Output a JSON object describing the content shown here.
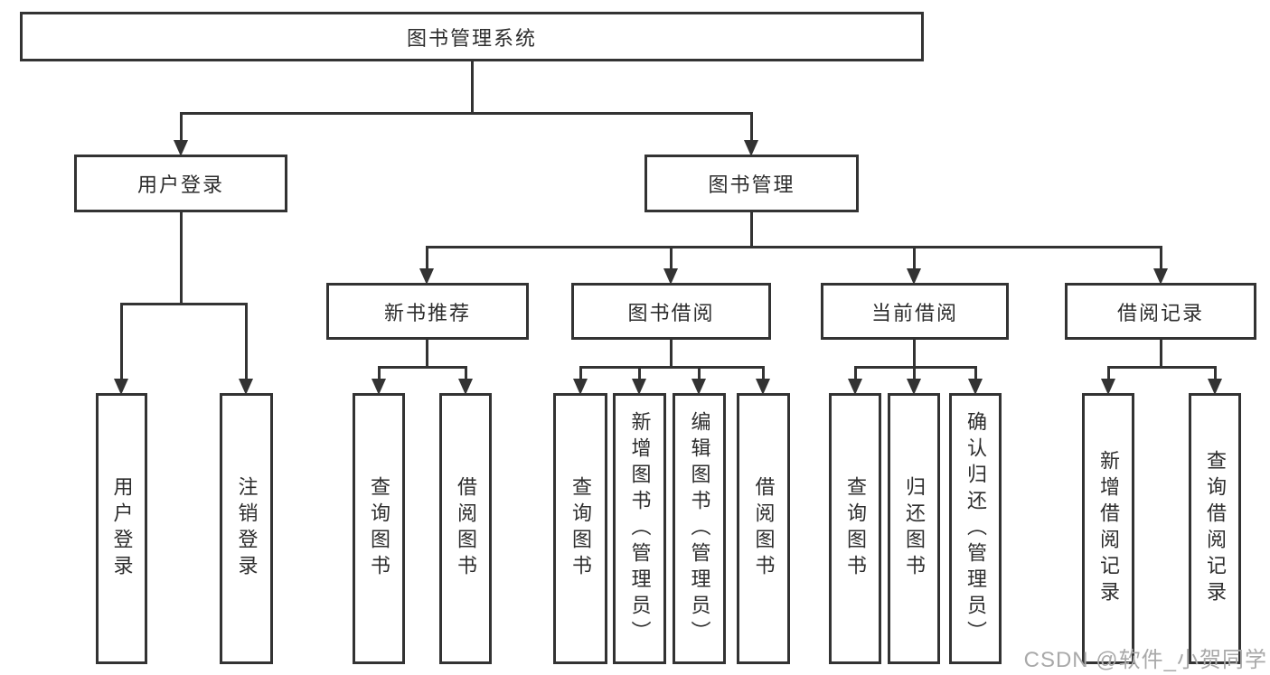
{
  "diagram": {
    "root": {
      "label": "图书管理系统"
    },
    "level2": [
      {
        "label": "用户登录"
      },
      {
        "label": "图书管理"
      }
    ],
    "level3": [
      {
        "label": "新书推荐"
      },
      {
        "label": "图书借阅"
      },
      {
        "label": "当前借阅"
      },
      {
        "label": "借阅记录"
      }
    ],
    "groups": {
      "user_login": [
        {
          "label": "用户登录"
        },
        {
          "label": "注销登录"
        }
      ],
      "new_book": [
        {
          "label": "查询图书"
        },
        {
          "label": "借阅图书"
        }
      ],
      "book_borrow": [
        {
          "label": "查询图书"
        },
        {
          "label": "新增图书（管理员）"
        },
        {
          "label": "编辑图书（管理员）"
        },
        {
          "label": "借阅图书"
        }
      ],
      "current_borrow": [
        {
          "label": "查询图书"
        },
        {
          "label": "归还图书"
        },
        {
          "label": "确认归还（管理员）"
        }
      ],
      "borrow_records": [
        {
          "label": "新增借阅记录"
        },
        {
          "label": "查询借阅记录"
        }
      ]
    }
  },
  "watermark": {
    "text": "CSDN @软件_小贺同学"
  },
  "colors": {
    "line": "#333333",
    "text": "#2d2d2d",
    "watermark": "#a9a9a9",
    "background": "#ffffff"
  }
}
